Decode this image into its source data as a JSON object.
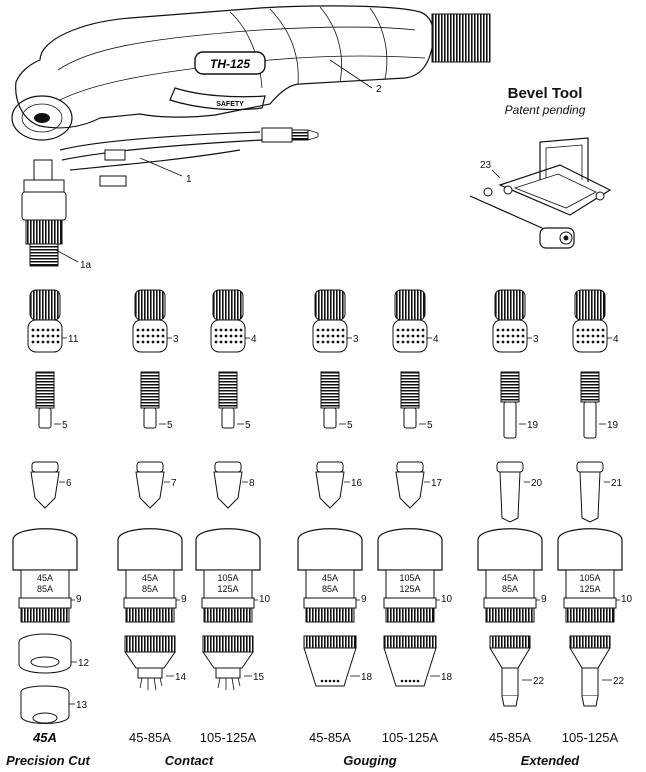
{
  "torch": {
    "model": "TH-125",
    "safety": "SAFETY",
    "labels": {
      "handle": "2",
      "lead": "1",
      "connector": "1a"
    }
  },
  "bevel": {
    "title": "Bevel Tool",
    "subtitle": "Patent pending",
    "part": "23"
  },
  "columns": [
    {
      "id": "c1",
      "shield": "11",
      "electrode": "5",
      "tip": "6",
      "cup": "9",
      "cup_amps": [
        "45A",
        "85A"
      ],
      "bottom": [
        {
          "part": "12"
        },
        {
          "part": "13"
        }
      ]
    },
    {
      "id": "c2",
      "shield": "3",
      "electrode": "5",
      "tip": "7",
      "cup": "9",
      "cup_amps": [
        "45A",
        "85A"
      ],
      "bottom": [
        {
          "part": "14"
        }
      ]
    },
    {
      "id": "c3",
      "shield": "4",
      "electrode": "5",
      "tip": "8",
      "cup": "10",
      "cup_amps": [
        "105A",
        "125A"
      ],
      "bottom": [
        {
          "part": "15"
        }
      ]
    },
    {
      "id": "c4",
      "shield": "3",
      "electrode": "5",
      "tip": "16",
      "cup": "9",
      "cup_amps": [
        "45A",
        "85A"
      ],
      "bottom": [
        {
          "part": "18"
        }
      ]
    },
    {
      "id": "c5",
      "shield": "4",
      "electrode": "5",
      "tip": "17",
      "cup": "10",
      "cup_amps": [
        "105A",
        "125A"
      ],
      "bottom": [
        {
          "part": "18"
        }
      ]
    },
    {
      "id": "c6",
      "shield": "3",
      "electrode": "19",
      "tip": "20",
      "cup": "9",
      "cup_amps": [
        "45A",
        "85A"
      ],
      "bottom": [
        {
          "part": "22"
        }
      ]
    },
    {
      "id": "c7",
      "shield": "4",
      "electrode": "19",
      "tip": "21",
      "cup": "10",
      "cup_amps": [
        "105A",
        "125A"
      ],
      "bottom": [
        {
          "part": "22"
        }
      ]
    }
  ],
  "ranges": {
    "c1": "45A",
    "c2": "45-85A",
    "c3": "105-125A",
    "c4": "45-85A",
    "c5": "105-125A",
    "c6": "45-85A",
    "c7": "105-125A"
  },
  "groups": {
    "precision": "Precision Cut",
    "contact": "Contact",
    "gouging": "Gouging",
    "extended": "Extended"
  }
}
